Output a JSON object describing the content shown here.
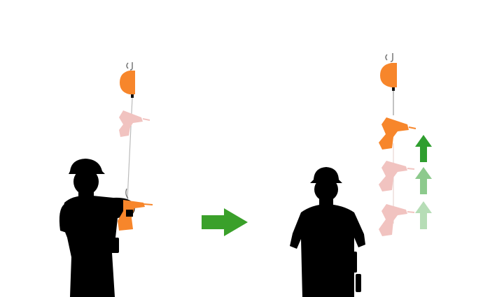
{
  "scenes": {
    "before": {
      "balancer_color": "#f7862b",
      "tool_color": "#f7862b",
      "ghost_tool_color": "#f1c3c0",
      "silhouette_color": "#000000"
    },
    "after": {
      "balancer_color": "#f7862b",
      "tool_color": "#f7862b",
      "ghost_tool_color": "#f1c3c0",
      "silhouette_color": "#000000",
      "up_arrows": [
        {
          "color": "#2f9e2f",
          "opacity": 1
        },
        {
          "color": "#2f9e2f",
          "opacity": 0.55
        },
        {
          "color": "#2f9e2f",
          "opacity": 0.35
        }
      ]
    }
  },
  "transition_arrow_color": "#3aa02a"
}
